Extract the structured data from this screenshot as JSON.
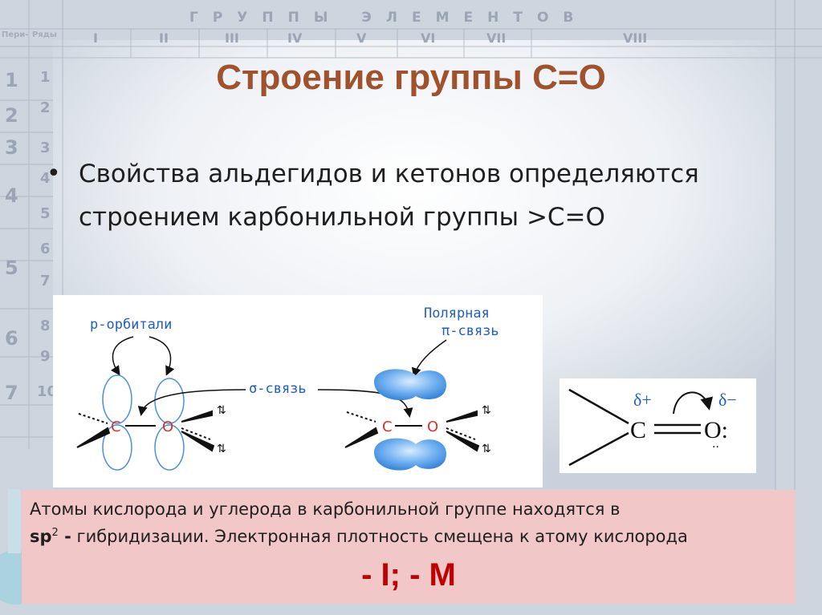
{
  "slide": {
    "title": "Строение группы С=О",
    "bullet": "Свойства альдегидов и кетонов определяются строением карбонильной группы >С=О"
  },
  "diagram": {
    "label_p_orbitals": "p-орбитали",
    "label_polar_pi_1": "Полярная",
    "label_polar_pi_2": "π-связь",
    "label_sigma": "σ-связь",
    "atom_c": "C",
    "atom_o": "O",
    "delta_plus": "δ+",
    "delta_minus": "δ−",
    "carbonyl_o": "O:"
  },
  "background_table": {
    "header": "ГРУППЫ ЭЛЕМЕНТОВ",
    "groups": [
      "I",
      "II",
      "III",
      "IV",
      "V",
      "VI",
      "VII",
      "VIII"
    ],
    "periods": [
      "1",
      "2",
      "3",
      "4",
      "5",
      "6",
      "7"
    ],
    "col_labels": [
      "Пери-оды",
      "Ряды"
    ]
  },
  "note": {
    "line1": "Атомы кислорода и углерода в карбонильной группе находятся в",
    "line2_bold_prefix": "sp",
    "line2_sup": "2",
    "line2_bold_suffix": " -",
    "line2_rest": " гибридизации. Электронная плотность смещена к атому кислорода",
    "formula": "- I; - M"
  },
  "colors": {
    "title": "#a0522d",
    "formula": "#c00000",
    "note_bg": "#f2c7c7",
    "diagram_blue": "#1f5fbf",
    "atom_red": "#d9342b"
  }
}
